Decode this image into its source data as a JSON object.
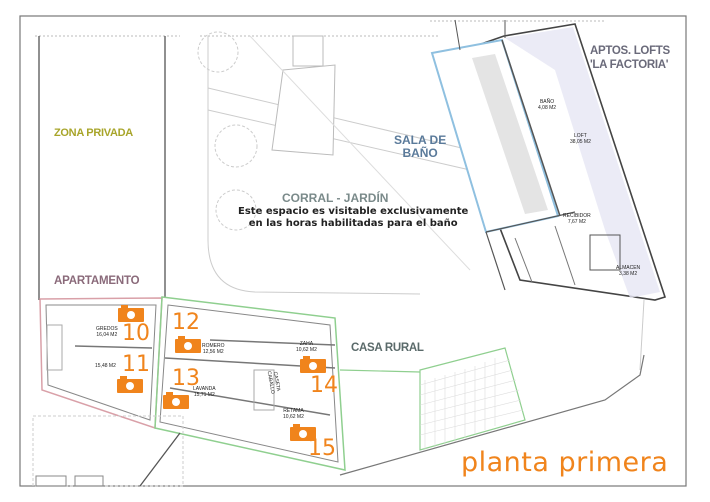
{
  "title": "planta primera",
  "zones": {
    "zona_privada": "ZONA PRIVADA",
    "apartamento": "APARTAMENTO",
    "sala_de_bano": [
      "SALA DE",
      "BAÑO"
    ],
    "aptos_lofts": [
      "APTOS. LOFTS",
      "'LA FACTORIA'"
    ],
    "casa_rural": "CASA RURAL",
    "corral": {
      "title": "CORRAL - JARDÍN",
      "note_line1": "Este espacio es visitable exclusivamente",
      "note_line2": "en las horas habilitadas para el baño"
    }
  },
  "rooms": [
    {
      "name": "BAÑO",
      "area": "4,08 M2"
    },
    {
      "name": "LOFT",
      "area": "38,05 M2"
    },
    {
      "name": "RECIBIDOR",
      "area": "7,67 M2"
    },
    {
      "name": "ALMACEN",
      "area": "3,38 M2"
    },
    {
      "name": "GREDOS",
      "area": "16,04 M2"
    },
    {
      "name": "",
      "area": "15,48 M2"
    },
    {
      "name": "ROMERO",
      "area": "12,56 M2"
    },
    {
      "name": "LAVANDA",
      "area": "15,71 M2"
    },
    {
      "name": "ZAHA",
      "area": "10,62 M2"
    },
    {
      "name": "RETAMA",
      "area": "10,62 M2"
    },
    {
      "name": "CASETA",
      "area": "CABALLO"
    }
  ],
  "photo_markers": [
    {
      "number": "10",
      "icon": "camera-icon"
    },
    {
      "number": "11",
      "icon": "camera-icon"
    },
    {
      "number": "12",
      "icon": "camera-icon"
    },
    {
      "number": "13",
      "icon": "camera-icon"
    },
    {
      "number": "14",
      "icon": "camera-icon"
    },
    {
      "number": "15",
      "icon": "camera-icon"
    }
  ],
  "colors": {
    "accent_orange": "#f0841c",
    "zona_privada": "#a8a52a",
    "apartamento_outline": "#d9a0a8",
    "casa_rural_outline": "#8fcf8f",
    "sala_outline": "#8fc0e0",
    "lofts_fill": "#dcdcf0"
  }
}
